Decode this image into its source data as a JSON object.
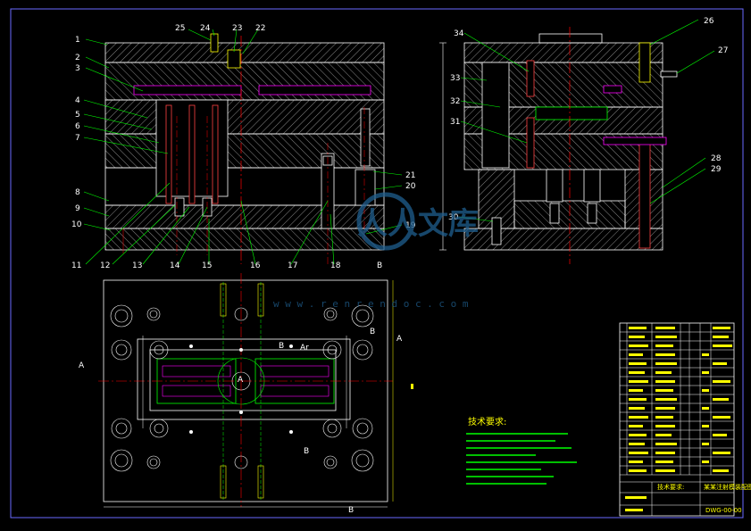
{
  "colors": {
    "background": "#000000",
    "outline": "#ffffff",
    "hatch": "#8a8a8a",
    "leader": "#00ff00",
    "centerline": "#ff0000",
    "part": "#ff00ff",
    "frame": "#6a6aff",
    "text_yellow": "#ffff00",
    "watermark": "#1f5f8f"
  },
  "left_view_numbers": [
    "1",
    "2",
    "3",
    "4",
    "5",
    "6",
    "7",
    "8",
    "9",
    "10",
    "11",
    "12",
    "13",
    "14",
    "15",
    "16",
    "17",
    "18",
    "19",
    "20",
    "21",
    "22",
    "23",
    "24",
    "25"
  ],
  "right_view_numbers": [
    "26",
    "27",
    "28",
    "29",
    "30",
    "31",
    "32",
    "33",
    "34"
  ],
  "section_marks": {
    "a": "A",
    "b": "B",
    "ar": "Ar"
  },
  "watermark": {
    "brand": "人人文库",
    "url": "w w w . r e n r e n d o c . c o m"
  },
  "tech_requirements_title": "技术要求:",
  "title_block": {
    "drawing_title_cn": "某某注射模装配图",
    "drawing_no": "DWG-00-00"
  }
}
